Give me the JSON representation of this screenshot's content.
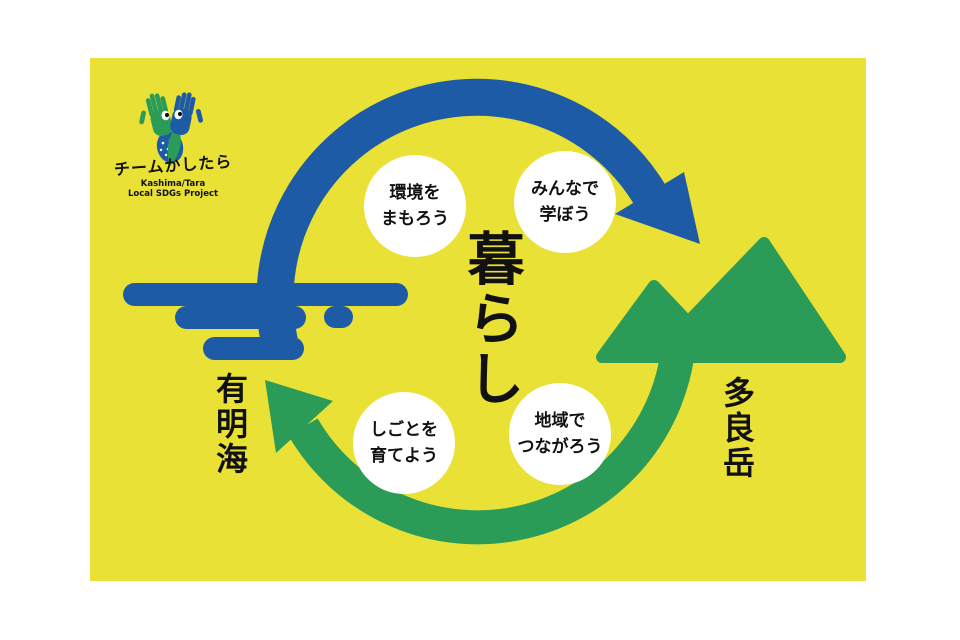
{
  "colors": {
    "background": "#ffffff",
    "card": "#e9e136",
    "blue": "#1e5ba6",
    "green": "#2b9b58",
    "text": "#111111",
    "bubble": "#ffffff"
  },
  "logo": {
    "icon": "crossed-hands-bird-icon",
    "title": "チームかしたら",
    "subtitle_line1": "Kashima/Tara",
    "subtitle_line2": "Local SDGs Project"
  },
  "center_title": "暮らし",
  "bubbles": [
    {
      "line1": "環境を",
      "line2": "まもろう"
    },
    {
      "line1": "みんなで",
      "line2": "学ぼう"
    },
    {
      "line1": "しごとを",
      "line2": "育てよう"
    },
    {
      "line1": "地域で",
      "line2": "つながろう"
    }
  ],
  "labels": {
    "sea": "有明海",
    "mountain": "多良岳"
  }
}
